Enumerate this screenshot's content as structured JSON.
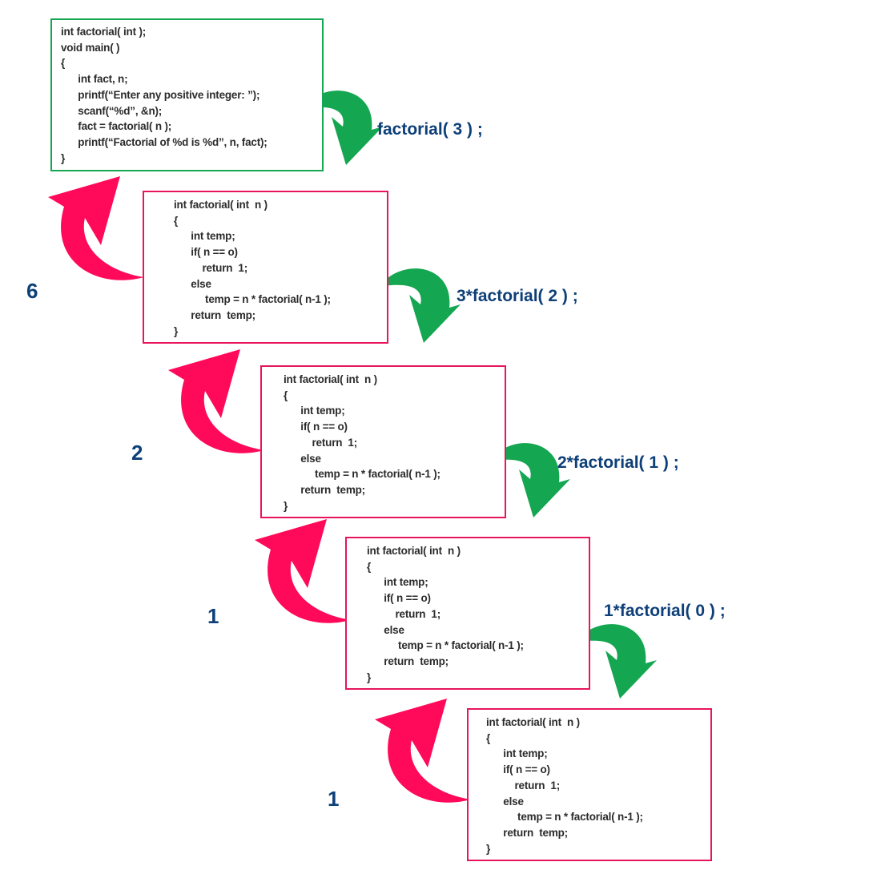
{
  "main_code": [
    "int factorial( int );",
    "void main( )",
    "{",
    "      int fact, n;",
    "      printf(“Enter any positive integer: ”);",
    "      scanf(“%d”, &n);",
    "      fact = factorial( n );",
    "      printf(“Factorial of %d is %d”, n, fact);",
    "}"
  ],
  "factorial_code": [
    "int factorial( int  n )",
    "{",
    "      int temp;",
    "      if( n == o)",
    "          return  1;",
    "      else",
    "           temp = n * factorial( n-1 );",
    "      return  temp;",
    "}"
  ],
  "calls": [
    "factorial( 3 ) ;",
    "3*factorial( 2 ) ;",
    "2*factorial( 1 ) ;",
    "1*factorial( 0 ) ;"
  ],
  "returns": [
    "6",
    "2",
    "1",
    "1"
  ],
  "colors": {
    "call_arrow": "#14a651",
    "return_arrow": "#ff0a5a",
    "main_border": "#14a651",
    "function_border": "#e8155d",
    "label_text": "#0d3f78"
  }
}
